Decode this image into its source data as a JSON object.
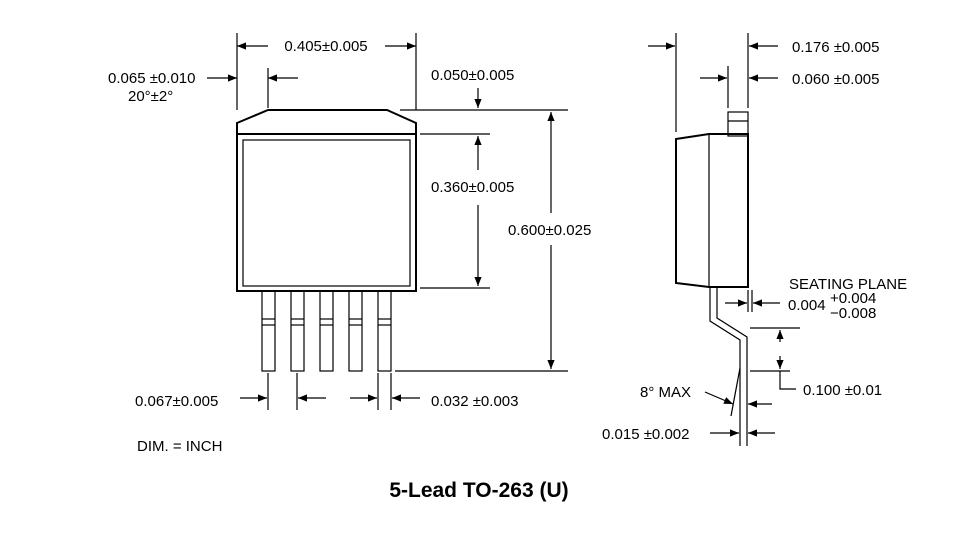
{
  "title": "5-Lead TO-263 (U)",
  "units_note": "DIM. =  INCH",
  "front_view": {
    "width": "0.405±0.005",
    "chamfer_width": "0.065 ±0.010",
    "chamfer_angle": "20°±2°",
    "top_step": "0.050±0.005",
    "body_height": "0.360±0.005",
    "total_height": "0.600±0.025",
    "lead_pitch": "0.067±0.005",
    "lead_width": "0.032 ±0.003"
  },
  "side_view": {
    "total_thickness": "0.176 ±0.005",
    "tab_thickness": "0.060 ±0.005",
    "seating_plane_label": "SEATING PLANE",
    "standoff_nominal": "0.004",
    "standoff_plus": "+0.004",
    "standoff_minus": "−0.008",
    "lead_bend_height": "0.100 ±0.01",
    "bend_angle": "8° MAX",
    "lead_thickness": "0.015 ±0.002"
  }
}
